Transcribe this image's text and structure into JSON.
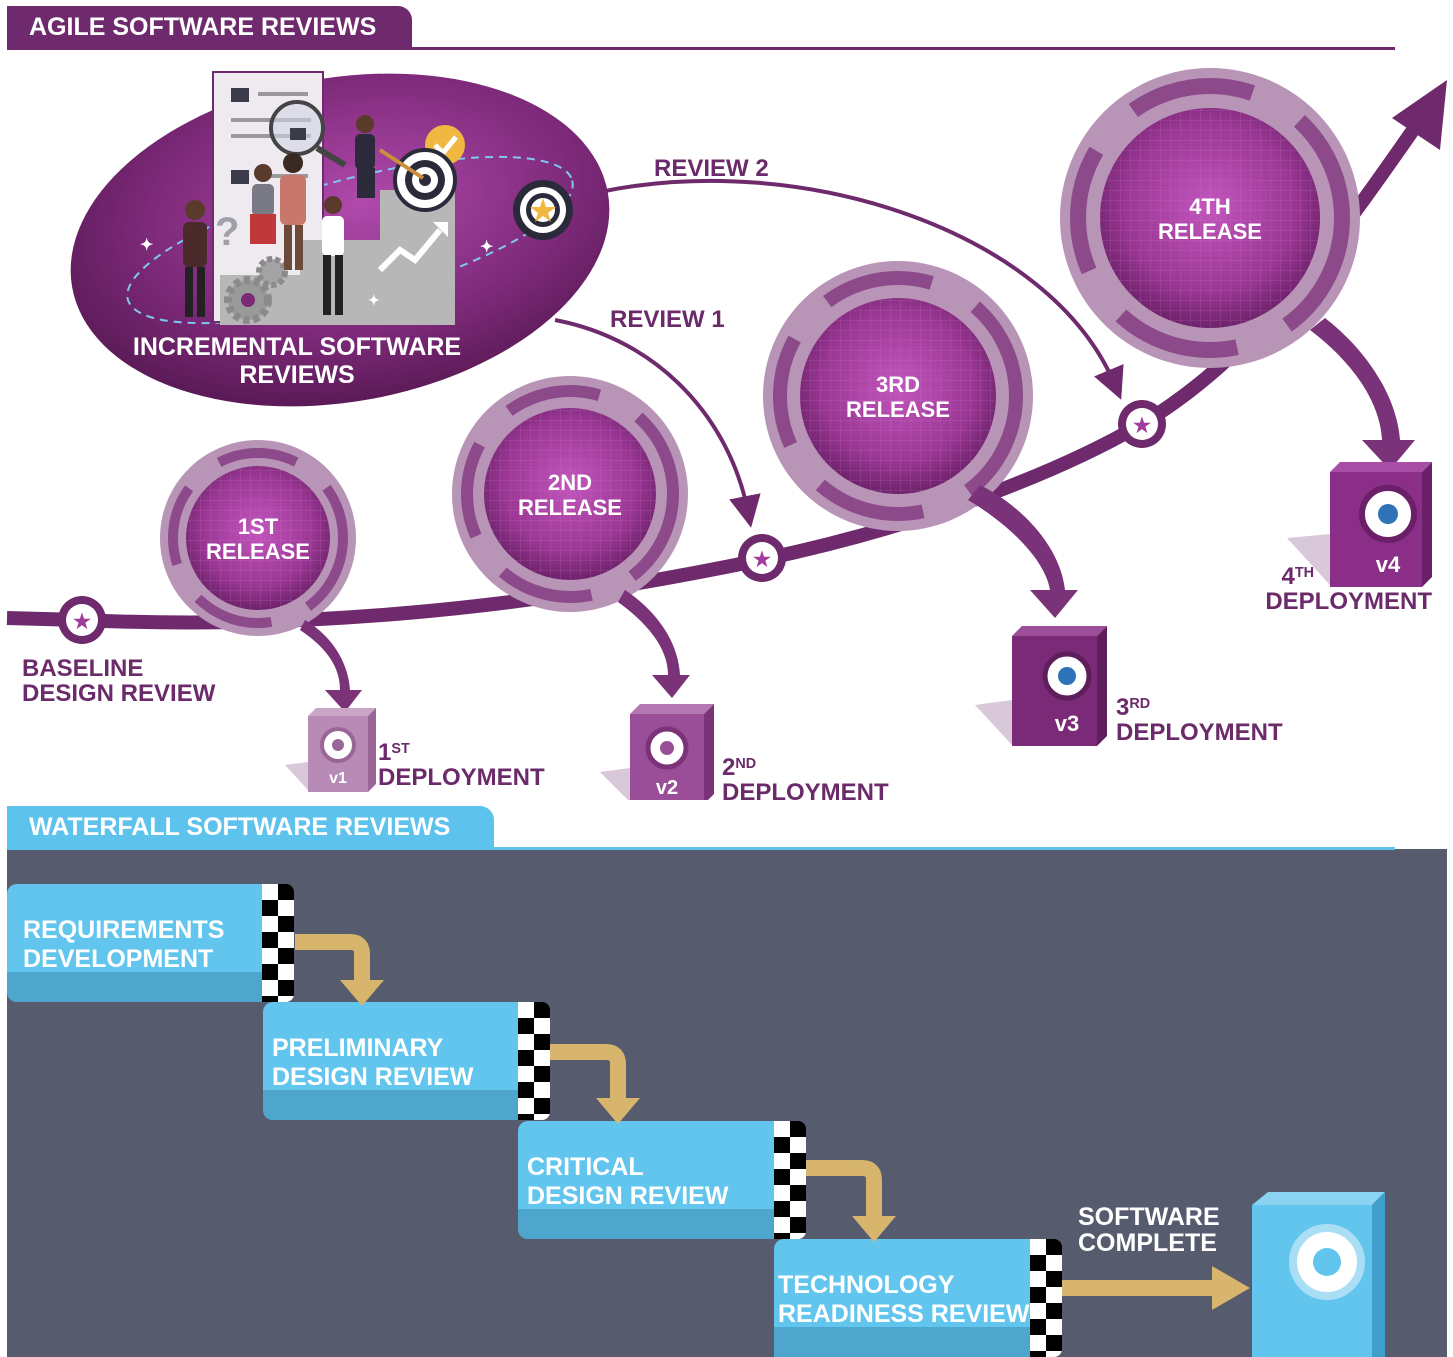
{
  "agile": {
    "header": "AGILE SOFTWARE REVIEWS",
    "oval_title_1": "INCREMENTAL SOFTWARE",
    "oval_title_2": "REVIEWS",
    "review1": "REVIEW 1",
    "review2": "REVIEW 2",
    "baseline_1": "BASELINE",
    "baseline_2": "DESIGN REVIEW",
    "releases": [
      {
        "l1": "1ST",
        "l2": "RELEASE"
      },
      {
        "l1": "2ND",
        "l2": "RELEASE"
      },
      {
        "l1": "3RD",
        "l2": "RELEASE"
      },
      {
        "l1": "4TH",
        "l2": "RELEASE"
      }
    ],
    "deployments": [
      {
        "num": "1",
        "sup": "ST",
        "word": "DEPLOYMENT",
        "version": "v1"
      },
      {
        "num": "2",
        "sup": "ND",
        "word": "DEPLOYMENT",
        "version": "v2"
      },
      {
        "num": "3",
        "sup": "RD",
        "word": "DEPLOYMENT",
        "version": "v3"
      },
      {
        "num": "4",
        "sup": "TH",
        "word": "DEPLOYMENT",
        "version": "v4"
      }
    ]
  },
  "waterfall": {
    "header": "WATERFALL SOFTWARE REVIEWS",
    "steps": [
      {
        "l1": "REQUIREMENTS",
        "l2": "DEVELOPMENT"
      },
      {
        "l1": "PRELIMINARY",
        "l2": "DESIGN REVIEW"
      },
      {
        "l1": "CRITICAL",
        "l2": "DESIGN REVIEW"
      },
      {
        "l1": "TECHNOLOGY",
        "l2": "READINESS REVIEW"
      }
    ],
    "complete_1": "SOFTWARE",
    "complete_2": "COMPLETE"
  },
  "colors": {
    "agile_purple": "#6e2a6c",
    "release_magenta": "#a03c9c",
    "waterfall_blue": "#62c5ee",
    "waterfall_bg": "#565c6e",
    "arrow_gold": "#d7b56d"
  },
  "icons": [
    "star-icon",
    "target-icon",
    "checkmark-icon",
    "gear-icon",
    "envelope-icon",
    "magnifier-icon",
    "trend-arrow-icon",
    "wheel-icon"
  ]
}
